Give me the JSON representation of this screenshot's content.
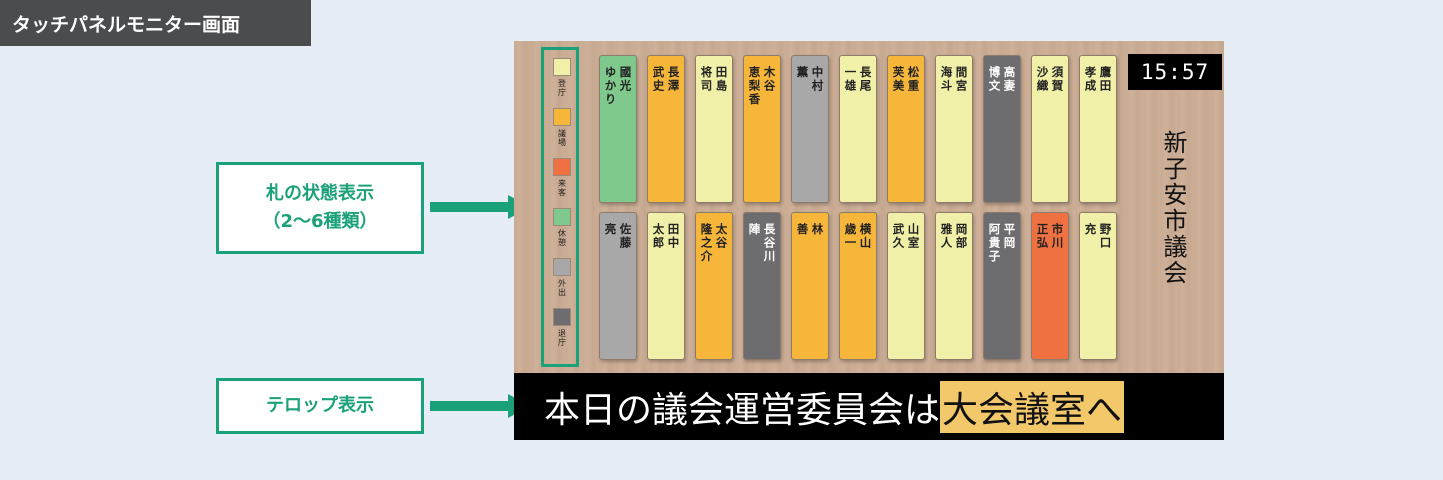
{
  "page_tag": "タッチパネルモニター画面",
  "callouts": {
    "status_line1": "札の状態表示",
    "status_line2": "（2～6種類）",
    "ticker": "テロップ表示"
  },
  "legend": [
    {
      "label": "登庁",
      "color": "#f0f0a8"
    },
    {
      "label": "議場",
      "color": "#f5b63a"
    },
    {
      "label": "来客",
      "color": "#ef7040"
    },
    {
      "label": "休憩",
      "color": "#80c98d"
    },
    {
      "label": "外出",
      "color": "#a8a8a8"
    },
    {
      "label": "退庁",
      "color": "#6d6d6f"
    }
  ],
  "clock": "15:57",
  "council_name": "新子安市議会",
  "plates_top": [
    {
      "surname": "國光",
      "given": "ゆかり",
      "status": "break"
    },
    {
      "surname": "長澤",
      "given": "武史",
      "status": "session"
    },
    {
      "surname": "田島",
      "given": "将司",
      "status": "attend"
    },
    {
      "surname": "木谷",
      "given": "恵梨香",
      "status": "session"
    },
    {
      "surname": "中村",
      "given": "薫",
      "status": "out"
    },
    {
      "surname": "長尾",
      "given": "一雄",
      "status": "attend"
    },
    {
      "surname": "松重",
      "given": "芙美",
      "status": "session"
    },
    {
      "surname": "間宮",
      "given": "海斗",
      "status": "attend"
    },
    {
      "surname": "高妻",
      "given": "博文",
      "status": "left"
    },
    {
      "surname": "須賀",
      "given": "沙織",
      "status": "attend"
    },
    {
      "surname": "鷹田",
      "given": "孝成",
      "status": "attend"
    }
  ],
  "plates_bottom": [
    {
      "surname": "佐藤",
      "given": "亮",
      "status": "out"
    },
    {
      "surname": "田中",
      "given": "太郎",
      "status": "attend"
    },
    {
      "surname": "太谷",
      "given": "隆之介",
      "status": "session"
    },
    {
      "surname": "長谷川",
      "given": "陣",
      "status": "left"
    },
    {
      "surname": "林",
      "given": "善",
      "status": "session"
    },
    {
      "surname": "横山",
      "given": "歳一",
      "status": "session"
    },
    {
      "surname": "山室",
      "given": "武久",
      "status": "attend"
    },
    {
      "surname": "岡部",
      "given": "雅人",
      "status": "attend"
    },
    {
      "surname": "平岡",
      "given": "阿貴子",
      "status": "left"
    },
    {
      "surname": "市川",
      "given": "正弘",
      "status": "visitor"
    },
    {
      "surname": "野口",
      "given": "充",
      "status": "attend"
    }
  ],
  "ticker": {
    "text": "本日の議会運営委員会は",
    "highlight": "大会議室へ"
  }
}
